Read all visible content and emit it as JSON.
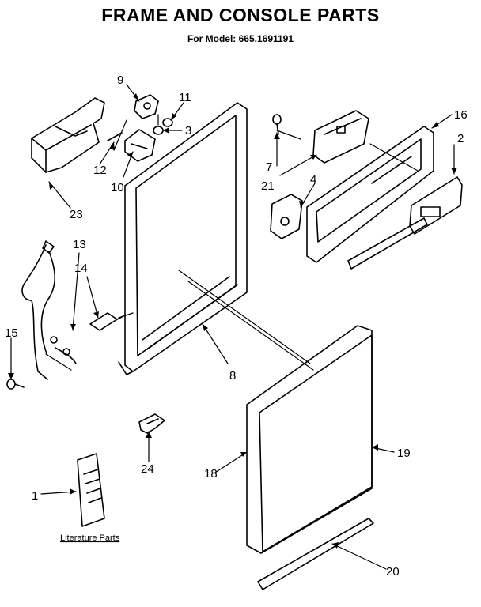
{
  "title": "FRAME AND CONSOLE PARTS",
  "subtitle": "For Model: 665.1691191",
  "literature_label": "Literature Parts",
  "callouts": {
    "c1": "1",
    "c2": "2",
    "c3": "3",
    "c4": "4",
    "c7": "7",
    "c8": "8",
    "c9": "9",
    "c10": "10",
    "c11": "11",
    "c12": "12",
    "c13": "13",
    "c14": "14",
    "c15": "15",
    "c16": "16",
    "c18": "18",
    "c19": "19",
    "c20": "20",
    "c21": "21",
    "c23": "23",
    "c24": "24"
  }
}
